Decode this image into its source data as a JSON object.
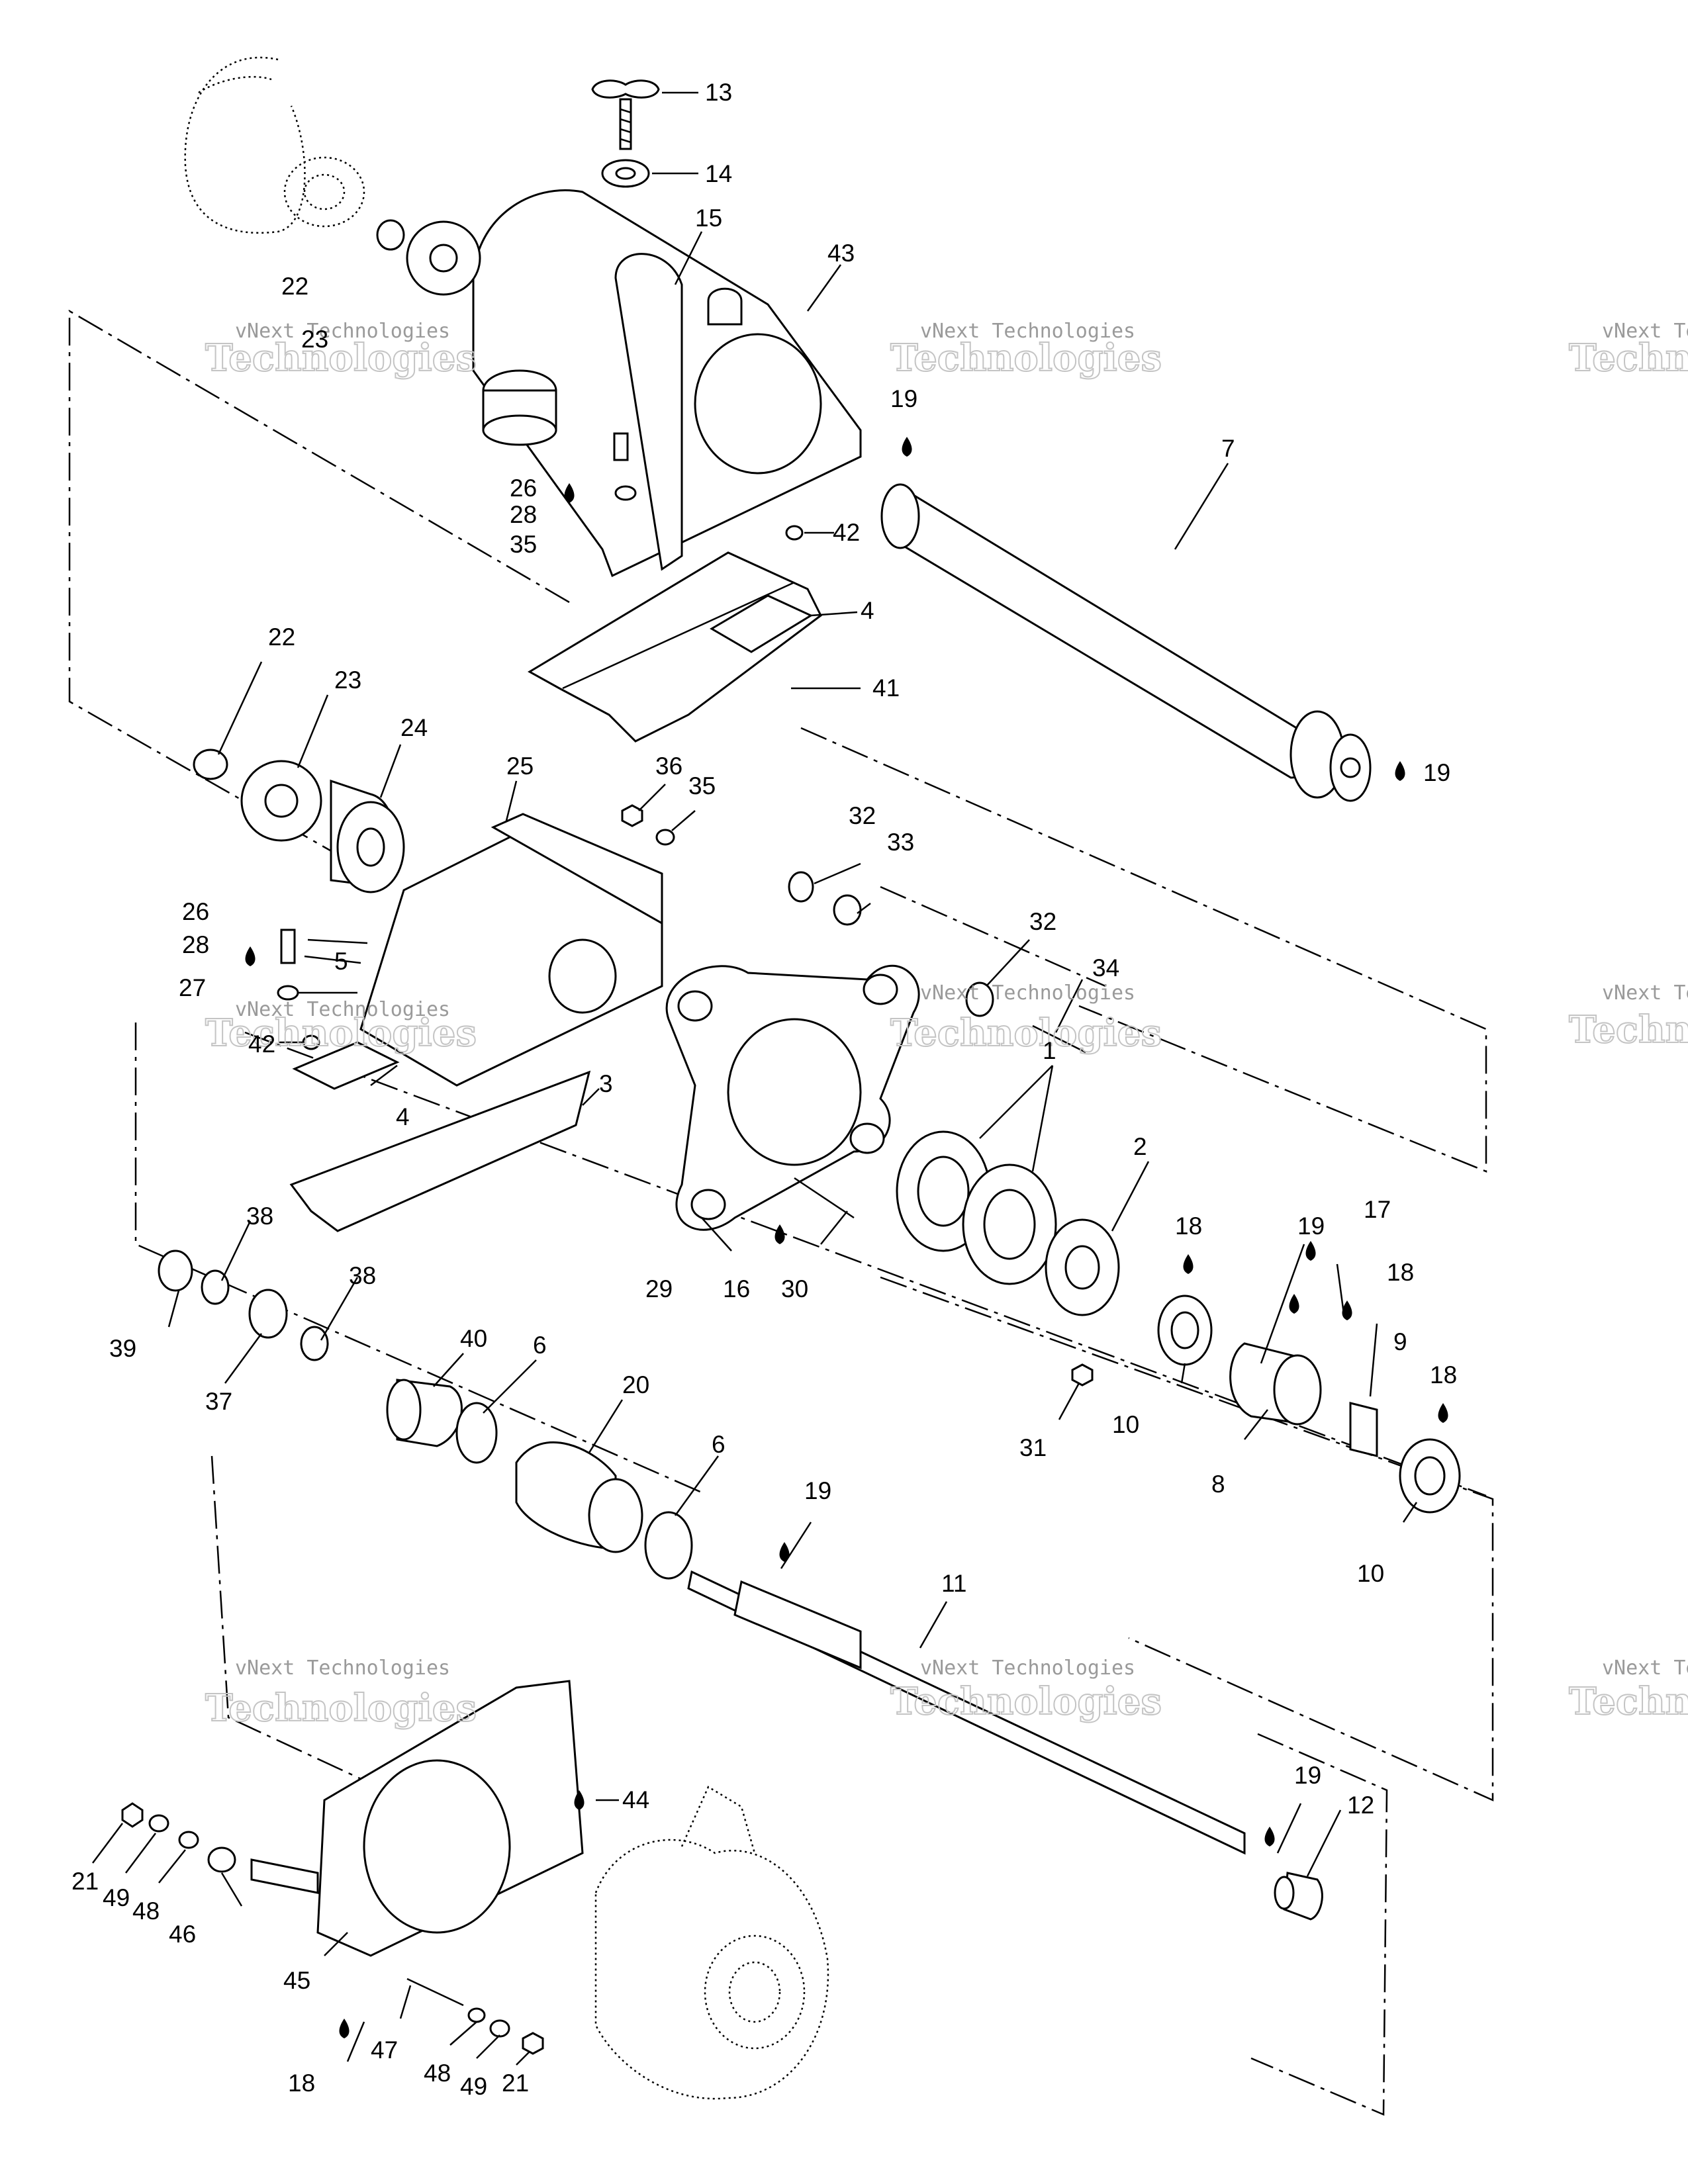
{
  "watermark": {
    "line1": "vNext Technologies",
    "line2": "vNext",
    "line3": "Technologies"
  },
  "callouts": [
    {
      "id": "1",
      "label": "1"
    },
    {
      "id": "2",
      "label": "2"
    },
    {
      "id": "3",
      "label": "3"
    },
    {
      "id": "4a",
      "label": "4"
    },
    {
      "id": "4b",
      "label": "4"
    },
    {
      "id": "5",
      "label": "5"
    },
    {
      "id": "6a",
      "label": "6"
    },
    {
      "id": "6b",
      "label": "6"
    },
    {
      "id": "7",
      "label": "7"
    },
    {
      "id": "8",
      "label": "8"
    },
    {
      "id": "9",
      "label": "9"
    },
    {
      "id": "10a",
      "label": "10"
    },
    {
      "id": "10b",
      "label": "10"
    },
    {
      "id": "11",
      "label": "11"
    },
    {
      "id": "12",
      "label": "12"
    },
    {
      "id": "13",
      "label": "13"
    },
    {
      "id": "14",
      "label": "14"
    },
    {
      "id": "15",
      "label": "15"
    },
    {
      "id": "16",
      "label": "16"
    },
    {
      "id": "17",
      "label": "17"
    },
    {
      "id": "18a",
      "label": "18"
    },
    {
      "id": "18b",
      "label": "18"
    },
    {
      "id": "18c",
      "label": "18"
    },
    {
      "id": "18d",
      "label": "18"
    },
    {
      "id": "19a",
      "label": "19"
    },
    {
      "id": "19b",
      "label": "19"
    },
    {
      "id": "19c",
      "label": "19"
    },
    {
      "id": "19d",
      "label": "19"
    },
    {
      "id": "19e",
      "label": "19"
    },
    {
      "id": "20",
      "label": "20"
    },
    {
      "id": "21a",
      "label": "21"
    },
    {
      "id": "21b",
      "label": "21"
    },
    {
      "id": "22a",
      "label": "22"
    },
    {
      "id": "22b",
      "label": "22"
    },
    {
      "id": "23a",
      "label": "23"
    },
    {
      "id": "23b",
      "label": "23"
    },
    {
      "id": "24",
      "label": "24"
    },
    {
      "id": "25",
      "label": "25"
    },
    {
      "id": "26a",
      "label": "26"
    },
    {
      "id": "26b",
      "label": "26"
    },
    {
      "id": "27",
      "label": "27"
    },
    {
      "id": "28a",
      "label": "28"
    },
    {
      "id": "28b",
      "label": "28"
    },
    {
      "id": "29",
      "label": "29"
    },
    {
      "id": "30",
      "label": "30"
    },
    {
      "id": "31",
      "label": "31"
    },
    {
      "id": "32a",
      "label": "32"
    },
    {
      "id": "32b",
      "label": "32"
    },
    {
      "id": "33",
      "label": "33"
    },
    {
      "id": "34",
      "label": "34"
    },
    {
      "id": "35a",
      "label": "35"
    },
    {
      "id": "35b",
      "label": "35"
    },
    {
      "id": "36",
      "label": "36"
    },
    {
      "id": "37",
      "label": "37"
    },
    {
      "id": "38a",
      "label": "38"
    },
    {
      "id": "38b",
      "label": "38"
    },
    {
      "id": "39",
      "label": "39"
    },
    {
      "id": "40",
      "label": "40"
    },
    {
      "id": "41",
      "label": "41"
    },
    {
      "id": "42a",
      "label": "42"
    },
    {
      "id": "42b",
      "label": "42"
    },
    {
      "id": "43",
      "label": "43"
    },
    {
      "id": "44",
      "label": "44"
    },
    {
      "id": "45",
      "label": "45"
    },
    {
      "id": "46",
      "label": "46"
    },
    {
      "id": "47",
      "label": "47"
    },
    {
      "id": "48a",
      "label": "48"
    },
    {
      "id": "48b",
      "label": "48"
    },
    {
      "id": "49a",
      "label": "49"
    },
    {
      "id": "49b",
      "label": "49"
    }
  ]
}
